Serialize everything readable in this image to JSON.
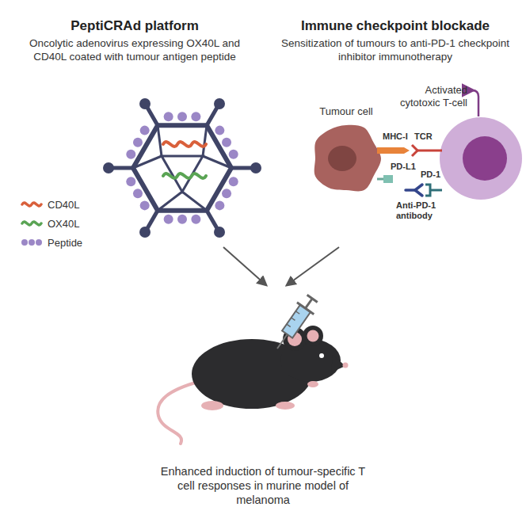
{
  "diagram": {
    "nodes": [
      {
        "text": [
          "PeptiCRAd platform",
          "Oncolytic adenovirus expressing OX40L and CD40L coated with tumour antigen peptide"
        ]
      },
      {
        "text": [
          "Immune checkpoint blockade",
          "Sensitization of tumours to anti-PD-1 checkpoint inhibitor immunotherapy"
        ]
      },
      {
        "text": [
          "Tumour cell"
        ],
        "in": 1
      },
      {
        "text": [
          "Enhanced induction of tumour-specific T cell responses in murine model of melanoma"
        ]
      }
    ],
    "edges": [
      {
        "from": 0,
        "to": 3,
        "arrow": "to"
      },
      {
        "from": 1,
        "to": 3,
        "arrow": "to"
      }
    ],
    "labels": [
      "Activated cytotoxic T-cell",
      "MHC-I",
      "TCR",
      "PD-L1",
      "PD-1",
      "Anti-PD-1 antibody"
    ],
    "legend": [
      {
        "text": "CD40L",
        "color": "#d9603b"
      },
      {
        "text": "OX40L",
        "color": "#5aa454"
      },
      {
        "text": "Peptide",
        "color": "#9b87c6"
      }
    ]
  }
}
